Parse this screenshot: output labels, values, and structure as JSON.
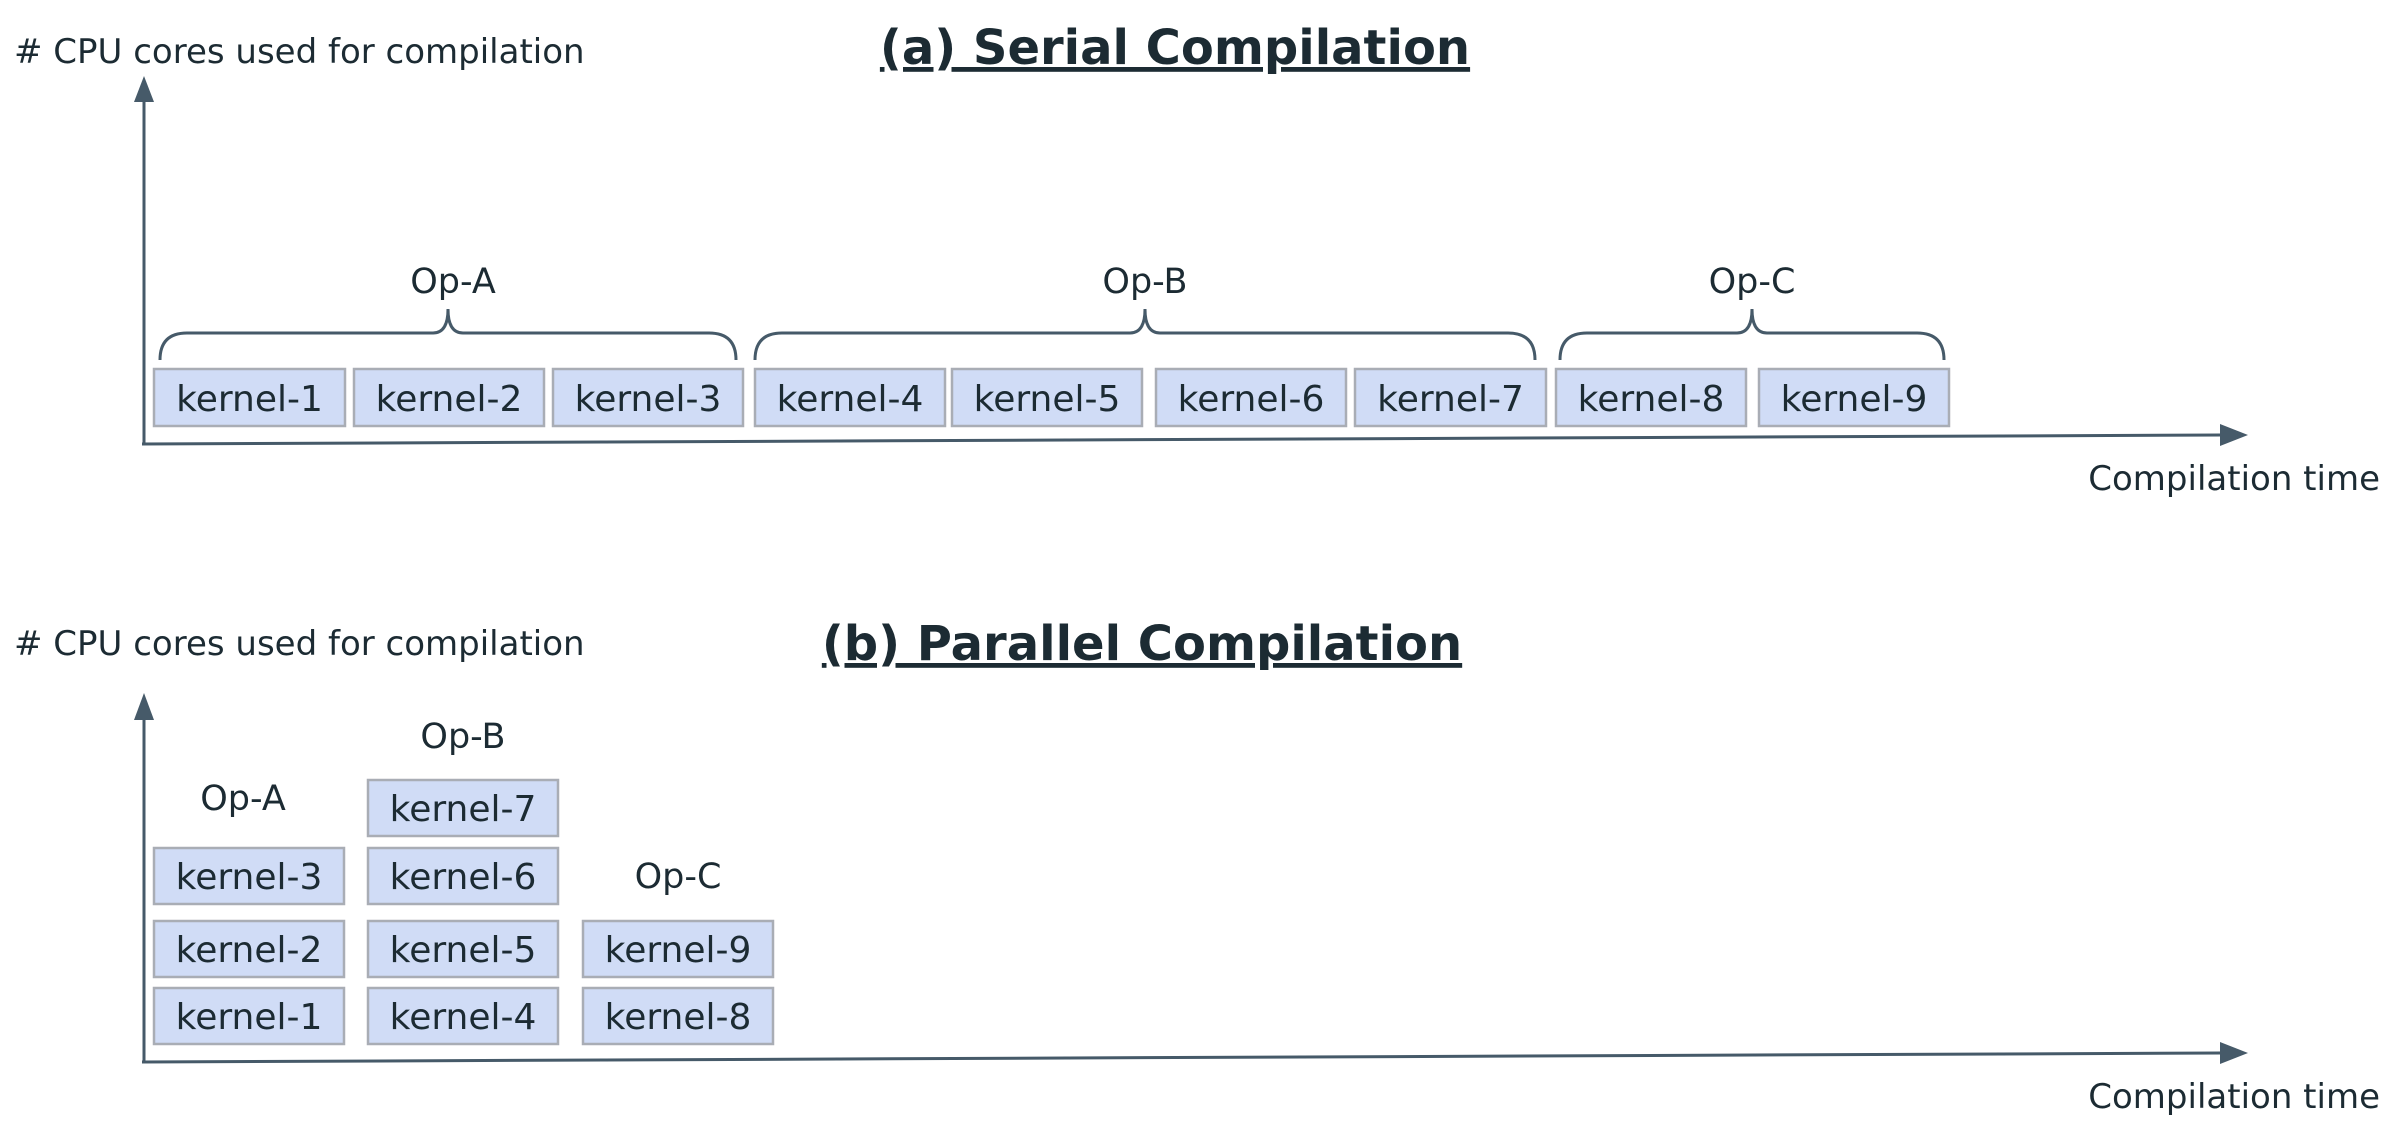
{
  "panels": [
    {
      "id": "serial",
      "title": "(a) Serial Compilation",
      "y_axis_label": "# CPU cores used for compilation",
      "x_axis_label": "Compilation time",
      "ops": [
        {
          "name": "Op-A",
          "kernels": [
            "kernel-1",
            "kernel-2",
            "kernel-3"
          ]
        },
        {
          "name": "Op-B",
          "kernels": [
            "kernel-4",
            "kernel-5",
            "kernel-6",
            "kernel-7"
          ]
        },
        {
          "name": "Op-C",
          "kernels": [
            "kernel-8",
            "kernel-9"
          ]
        }
      ]
    },
    {
      "id": "parallel",
      "title": "(b) Parallel Compilation",
      "y_axis_label": "# CPU cores used for compilation",
      "x_axis_label": "Compilation time",
      "ops": [
        {
          "name": "Op-A",
          "kernels": [
            "kernel-1",
            "kernel-2",
            "kernel-3"
          ]
        },
        {
          "name": "Op-B",
          "kernels": [
            "kernel-4",
            "kernel-5",
            "kernel-6",
            "kernel-7"
          ]
        },
        {
          "name": "Op-C",
          "kernels": [
            "kernel-8",
            "kernel-9"
          ]
        }
      ]
    }
  ],
  "colors": {
    "kernel_fill": "#d0dcf6",
    "kernel_border": "#a9adb5",
    "axis": "#465a69",
    "text": "#1c2b33"
  }
}
